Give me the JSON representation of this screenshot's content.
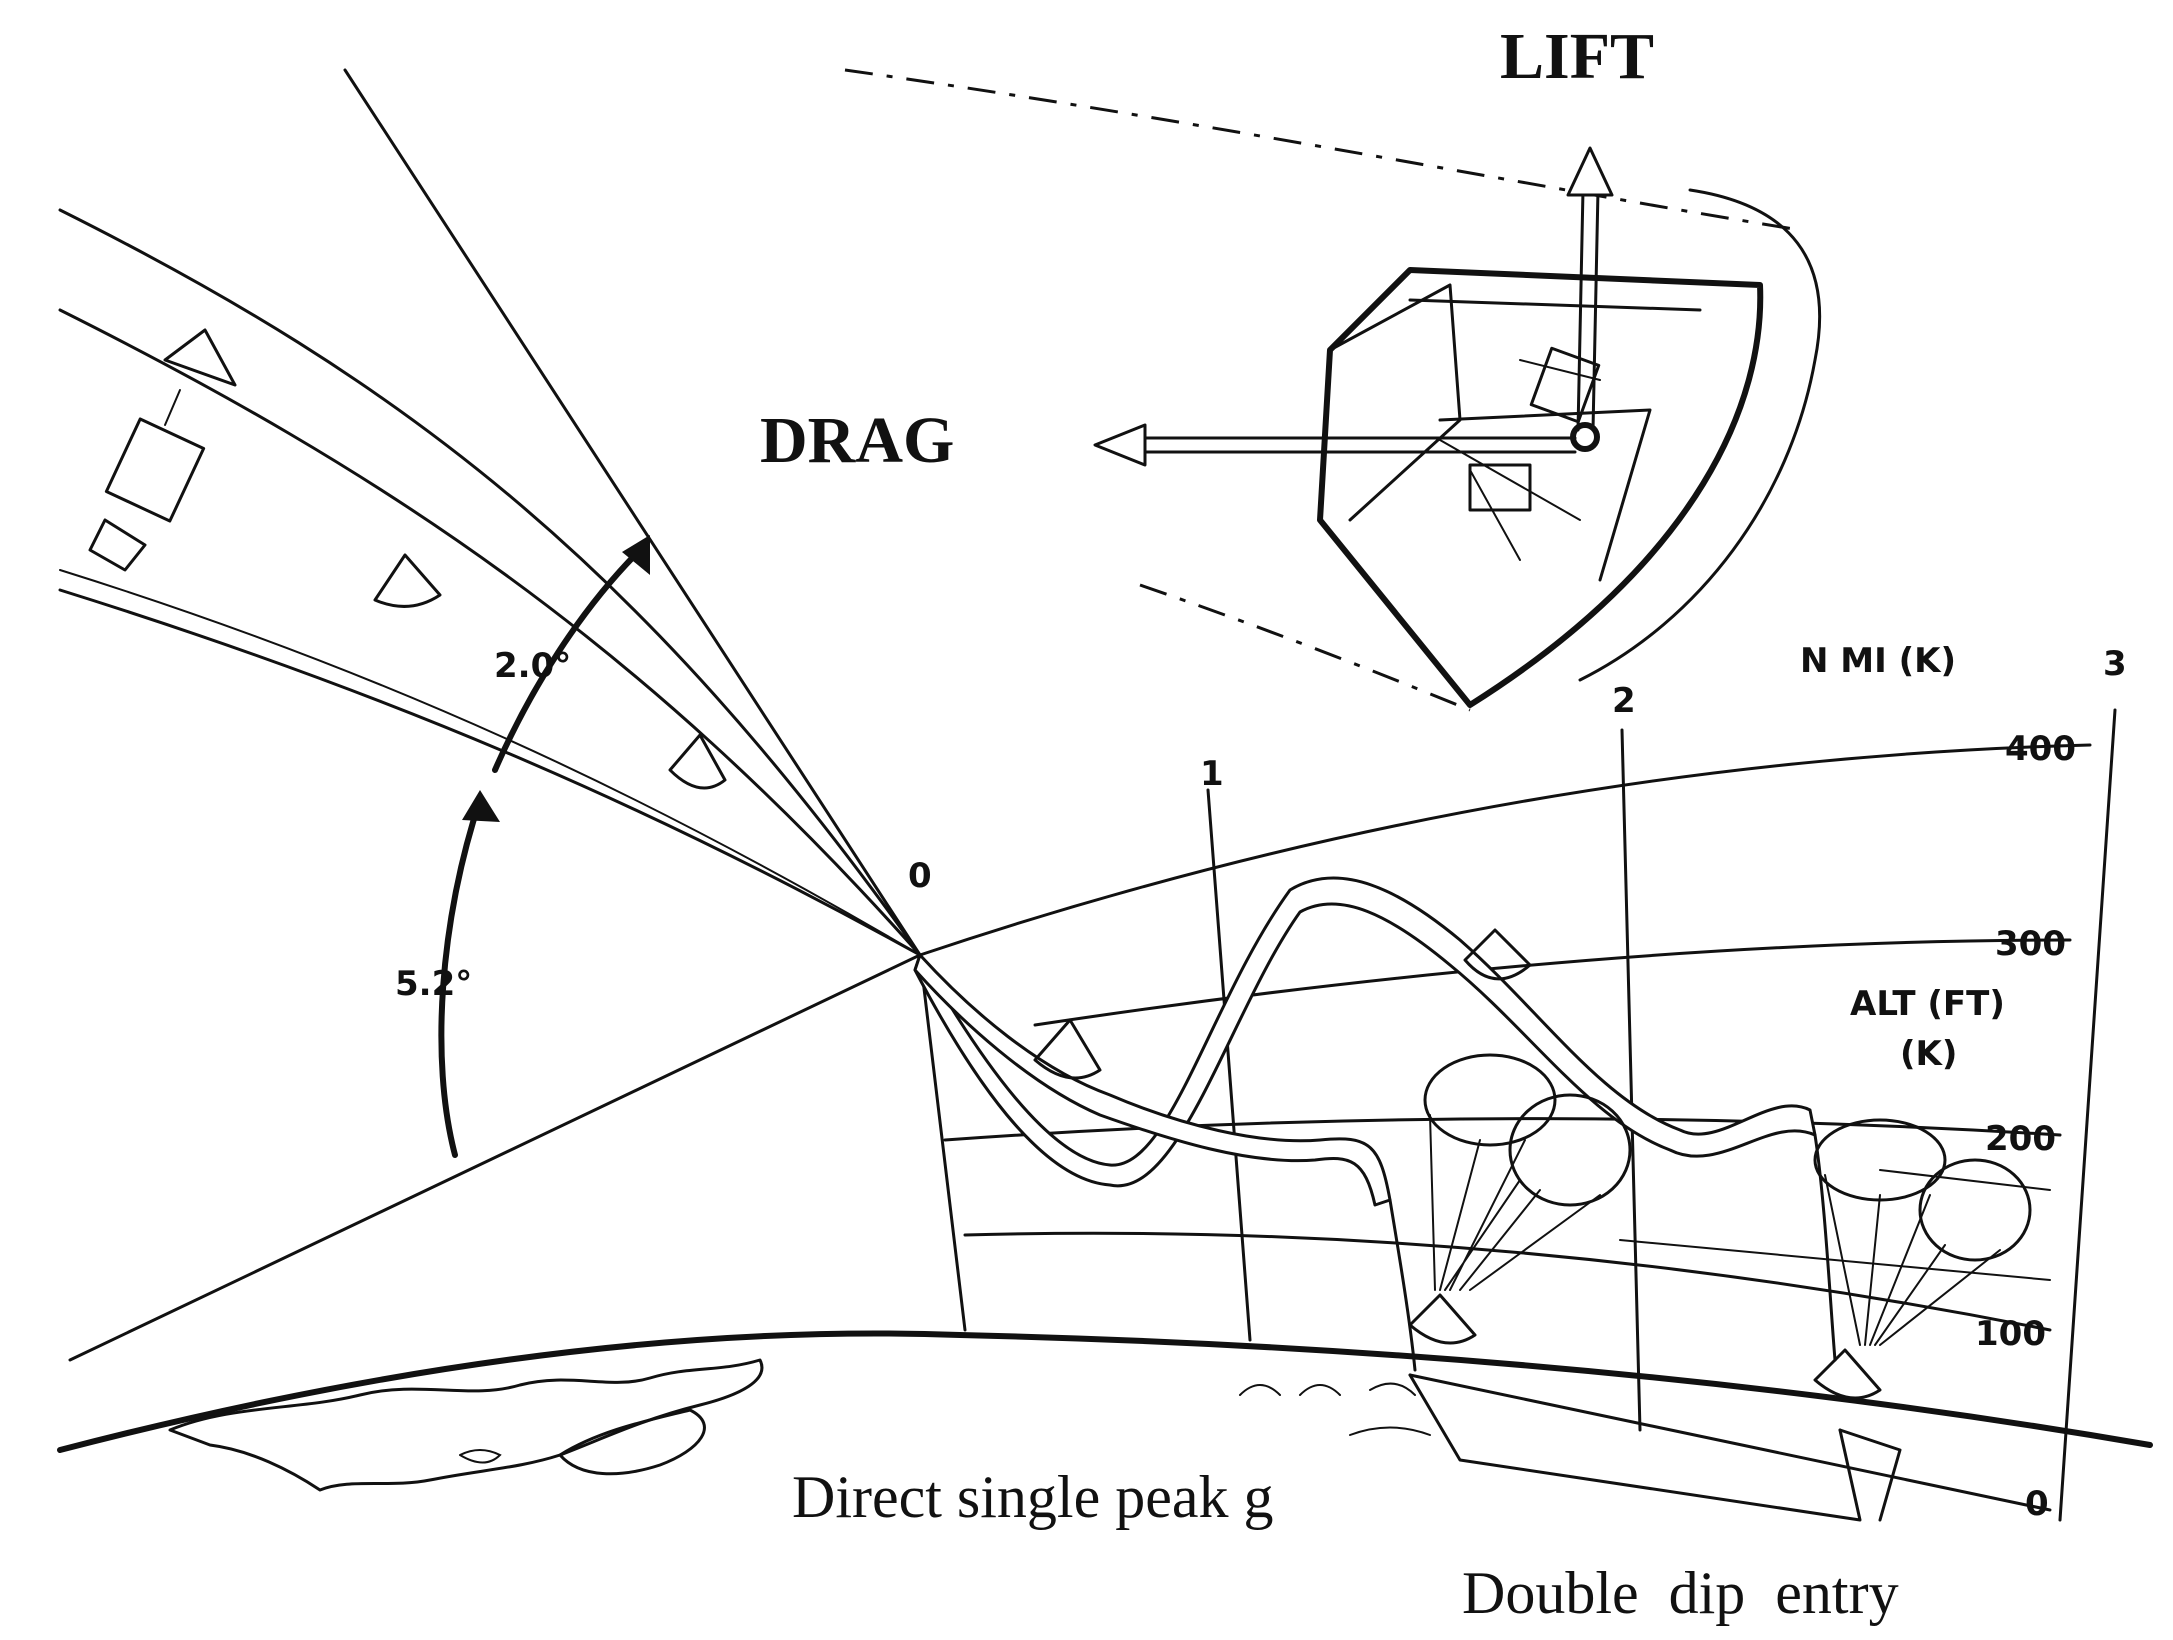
{
  "labels": {
    "lift": "LIFT",
    "drag": "DRAG",
    "direct_entry": "Direct single peak g",
    "double_dip": "Double  dip  entry",
    "angle_upper": "2.0°",
    "angle_lower": "5.2°",
    "origin": "0",
    "range_axis": "N MI (K)",
    "alt_axis_line1": "ALT (FT)",
    "alt_axis_line2": "(K)"
  },
  "range_ticks": [
    "1",
    "2",
    "3"
  ],
  "alt_ticks": [
    "400",
    "300",
    "200",
    "100",
    "0"
  ]
}
